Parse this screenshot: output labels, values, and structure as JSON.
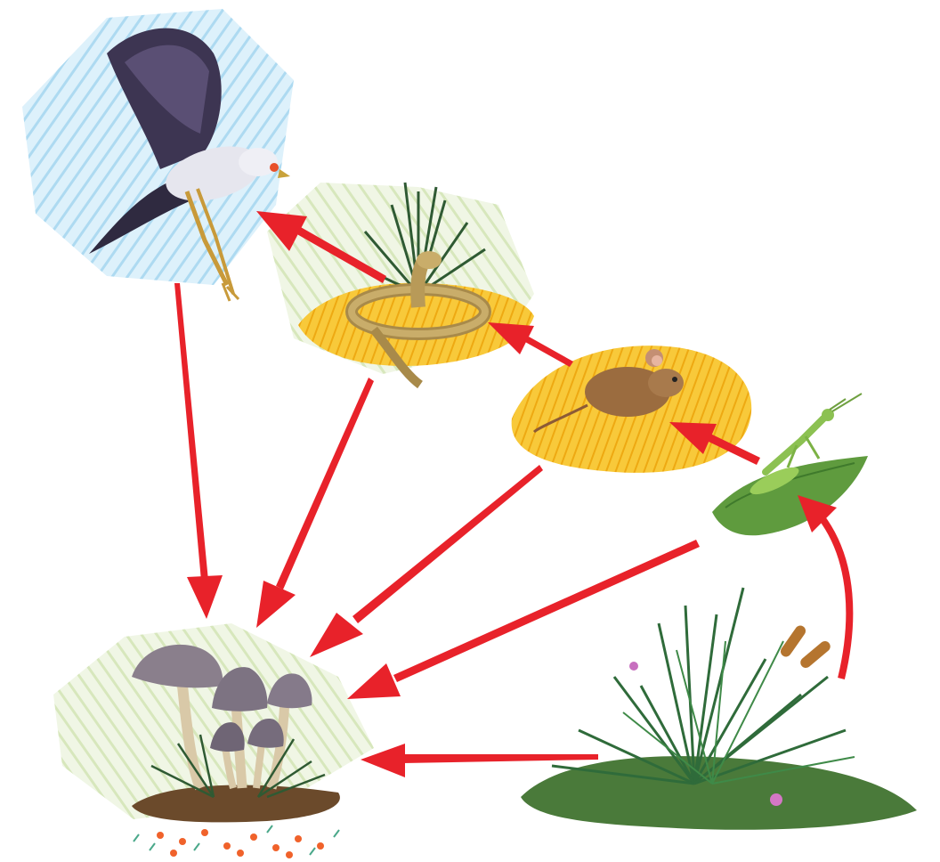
{
  "diagram": {
    "type": "food-web",
    "organisms": [
      {
        "id": "bird",
        "icon": "secretary-bird-icon"
      },
      {
        "id": "snake",
        "icon": "cobra-icon"
      },
      {
        "id": "mouse",
        "icon": "mouse-icon"
      },
      {
        "id": "mantis",
        "icon": "praying-mantis-icon"
      },
      {
        "id": "grass",
        "icon": "grass-plants-icon"
      },
      {
        "id": "fungi",
        "icon": "mushrooms-decomposer-icon"
      }
    ],
    "arrows": [
      {
        "from": "snake",
        "to": "bird"
      },
      {
        "from": "mouse",
        "to": "snake"
      },
      {
        "from": "mantis",
        "to": "mouse"
      },
      {
        "from": "grass",
        "to": "mantis"
      },
      {
        "from": "bird",
        "to": "fungi"
      },
      {
        "from": "snake",
        "to": "fungi"
      },
      {
        "from": "mouse",
        "to": "fungi"
      },
      {
        "from": "mantis",
        "to": "fungi"
      },
      {
        "from": "grass",
        "to": "fungi"
      }
    ],
    "colors": {
      "arrow": "#e8222a",
      "sky": "#a9d8f0",
      "leaf_wash": "#dce9c4",
      "ground": "#f3b624",
      "grass": "#2f6b3a",
      "mushroom": "#8a7f8c"
    }
  }
}
